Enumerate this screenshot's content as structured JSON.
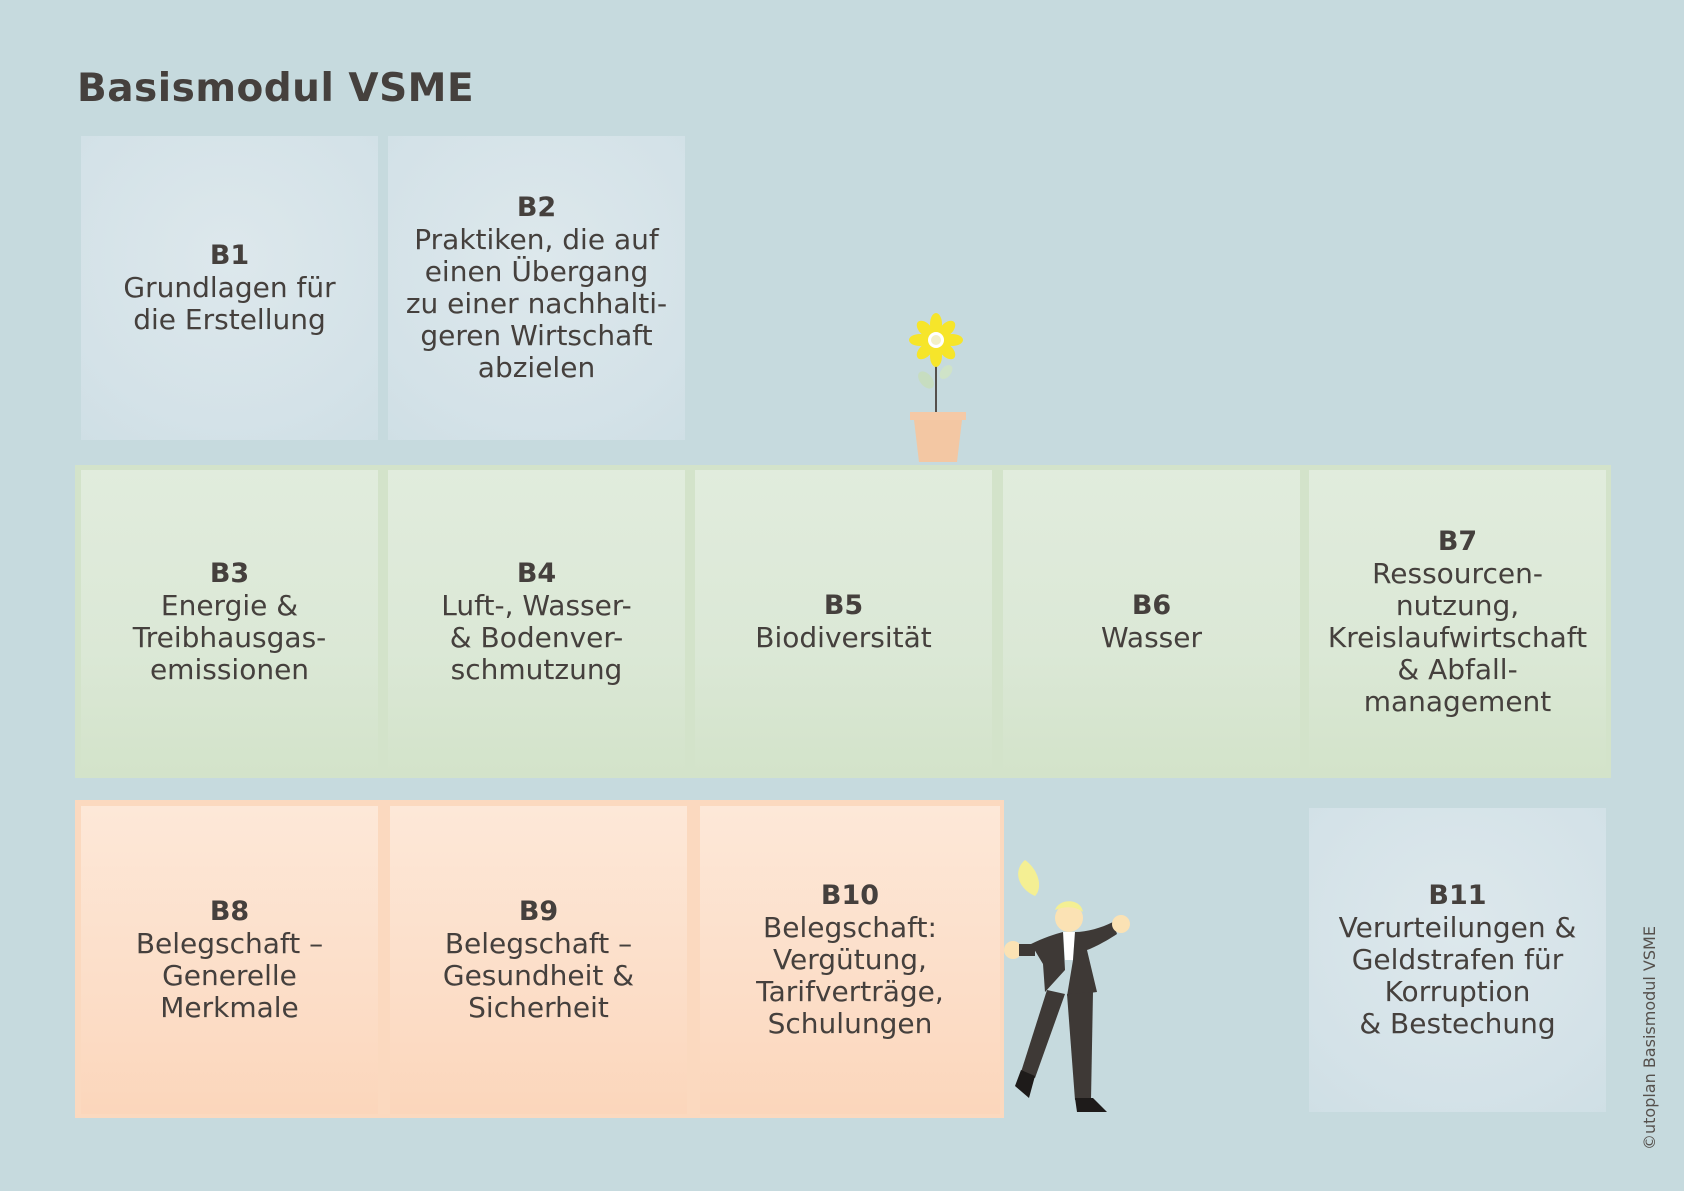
{
  "title": "Basismodul VSME",
  "modules": [
    {
      "code": "B1",
      "label": "Grundlagen für\ndie Erstellung"
    },
    {
      "code": "B2",
      "label": "Praktiken, die auf\neinen Übergang\nzu einer nachhalti-\ngeren Wirtschaft\nabzielen"
    },
    {
      "code": "B3",
      "label": "Energie &\nTreibhausgas-\nemissionen"
    },
    {
      "code": "B4",
      "label": "Luft-, Wasser-\n& Bodenver-\nschmutzung"
    },
    {
      "code": "B5",
      "label": "Biodiversität"
    },
    {
      "code": "B6",
      "label": "Wasser"
    },
    {
      "code": "B7",
      "label": "Ressourcen-\nnutzung,\nKreislaufwirtschaft\n& Abfall-\nmanagement"
    },
    {
      "code": "B8",
      "label": "Belegschaft –\nGenerelle\nMerkmale"
    },
    {
      "code": "B9",
      "label": "Belegschaft –\nGesundheit &\nSicherheit"
    },
    {
      "code": "B10",
      "label": "Belegschaft:\nVergütung,\nTarifverträge,\nSchulungen"
    },
    {
      "code": "B11",
      "label": "Verurteilungen &\nGeldstrafen für\nKorruption\n& Bestechung"
    }
  ],
  "copyright": "©utoplan Basismodul VSME",
  "colors": {
    "background": "#c6dade",
    "environment": "#d3e3ca",
    "social": "#fbd9bf",
    "governance": "#d4e2e8",
    "text": "#45403d"
  }
}
